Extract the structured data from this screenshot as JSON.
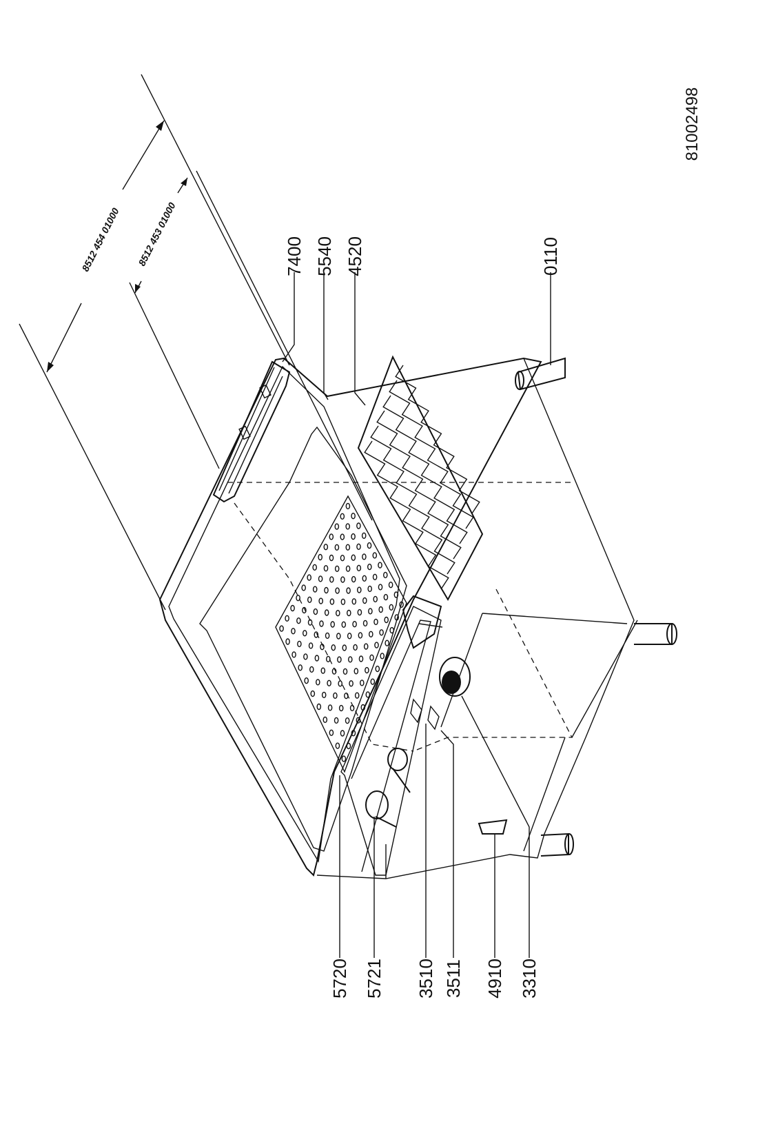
{
  "document_number": "81002498",
  "dimensions": [
    {
      "id": "dim-outer",
      "text": "8512 454 01000"
    },
    {
      "id": "dim-inner",
      "text": "8512 453 01000"
    }
  ],
  "part_labels": {
    "p7400": "7400",
    "p5540": "5540",
    "p4520": "4520",
    "p0110": "0110",
    "p5720": "5720",
    "p5721": "5721",
    "p3510": "3510",
    "p3511": "3511",
    "p4910": "4910",
    "p3310": "3310"
  },
  "colors": {
    "line": "#111111",
    "background": "#ffffff"
  },
  "icons": [
    "burner-grid",
    "perforated-plate",
    "control-knob",
    "gas-tap",
    "pipe-fitting",
    "foot"
  ]
}
